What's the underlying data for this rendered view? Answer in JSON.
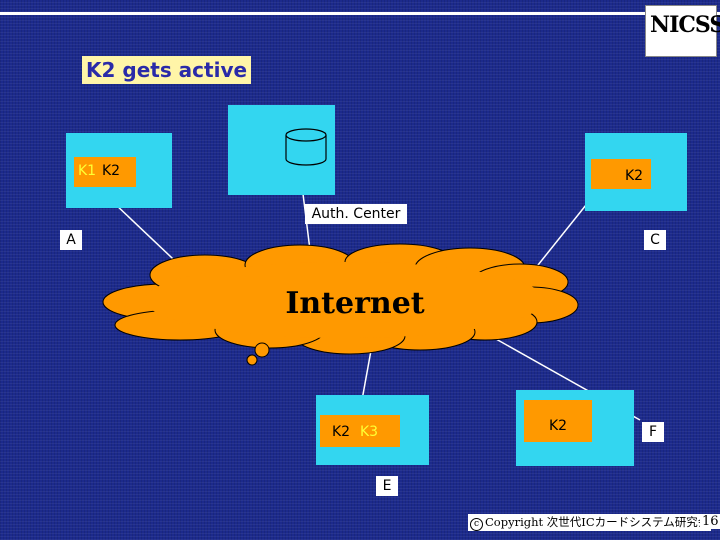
{
  "slide": {
    "title": "K2 gets active",
    "page_number": "16"
  },
  "logo": {
    "text": "NICSS"
  },
  "nodes": {
    "A": {
      "letter": "A",
      "label_key1": "K1",
      "label_key2": "K2"
    },
    "C": {
      "letter": "C",
      "label": "K2"
    },
    "E": {
      "letter": "E",
      "label_key1": "K2",
      "label_key2": "K3"
    },
    "F": {
      "letter": "F",
      "label": "K2"
    }
  },
  "auth_center": {
    "label": "Auth. Center",
    "icon": "database-icon"
  },
  "network": {
    "label": "Internet"
  },
  "footer": {
    "copyright_symbol": "c",
    "text": "Copyright 次世代ICカードシステム研究会"
  },
  "colors": {
    "background": "#1c2a8c",
    "node_box": "#33d6f0",
    "key_box": "#ff9900",
    "cloud": "#ff9900",
    "title_bg": "#fff5a8",
    "title_text": "#2a2aa8",
    "highlight_key": "#ffff33"
  }
}
